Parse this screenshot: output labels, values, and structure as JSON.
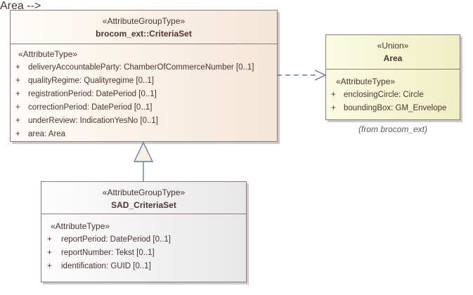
{
  "boxes": {
    "criteriaset": {
      "stereotype": "«AttributeGroupType»",
      "name": "brocom_ext::CriteriaSet",
      "attr_header": "«AttributeType»",
      "attributes": [
        {
          "vis": "+",
          "text": "deliveryAccountableParty: ChamberOfCommerceNumber [0..1]"
        },
        {
          "vis": "+",
          "text": "qualityRegime: Qualityregime [0..1]"
        },
        {
          "vis": "+",
          "text": "registrationPeriod: DatePeriod [0..1]"
        },
        {
          "vis": "+",
          "text": "correctionPeriod: DatePeriod [0..1]"
        },
        {
          "vis": "+",
          "text": "underReview: IndicationYesNo [0..1]"
        },
        {
          "vis": "+",
          "text": "area: Area"
        }
      ]
    },
    "area": {
      "stereotype": "«Union»",
      "name": "Area",
      "attr_header": "«AttributeType»",
      "attributes": [
        {
          "vis": "+",
          "text": "enclosingCircle: Circle"
        },
        {
          "vis": "+",
          "text": "boundingBox: GM_Envelope"
        }
      ],
      "origin_note": "(from brocom_ext)"
    },
    "sad": {
      "stereotype": "«AttributeGroupType»",
      "name": "SAD_CriteriaSet",
      "attr_header": "«AttributeType»",
      "attributes": [
        {
          "vis": "+",
          "text": "reportPeriod: DatePeriod [0..1]"
        },
        {
          "vis": "+",
          "text": "reportNumber: Tekst [0..1]"
        },
        {
          "vis": "+",
          "text": "identification: GUID [0..1]"
        }
      ]
    }
  },
  "connectors": [
    {
      "type": "generalization",
      "from": "SAD_CriteriaSet",
      "to": "brocom_ext::CriteriaSet"
    },
    {
      "type": "dependency",
      "from": "brocom_ext::CriteriaSet",
      "to": "Area"
    }
  ],
  "colors": {
    "text": "#4D3232",
    "box_border": "#8D7A7A",
    "connector": "#6A7A9E",
    "shadow": "#CBCBCB",
    "criteriaset_fill_left": "#FEFCF9",
    "criteriaset_fill_right": "#F4E6D7",
    "area_fill_left": "#FBFBE3",
    "area_fill_right": "#EFEFC5",
    "sad_fill_left": "#FDFDFD",
    "sad_fill_right": "#E7E7E7",
    "generalization_triangle_fill": "#F8F0E3"
  }
}
